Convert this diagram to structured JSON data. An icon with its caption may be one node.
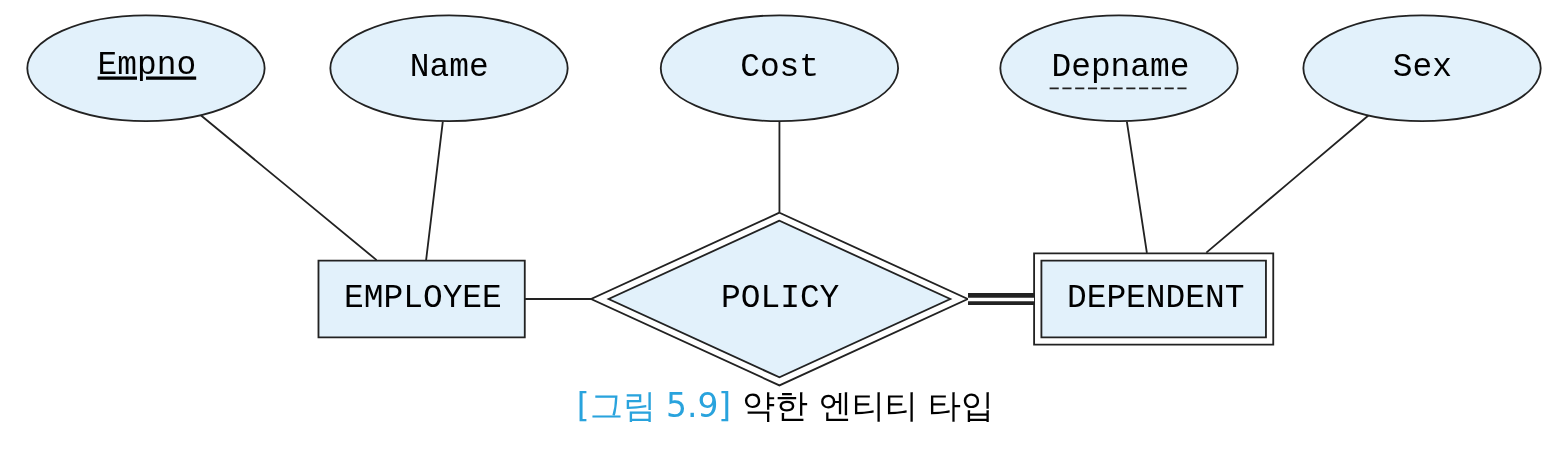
{
  "diagram": {
    "caption": "[그림 5.9] 약한 엔티티 타입",
    "nodes": [
      {
        "text": [
          "Empno"
        ]
      },
      {
        "text": [
          "Name"
        ]
      },
      {
        "text": [
          "EMPLOYEE"
        ]
      },
      {
        "text": [
          "Cost"
        ]
      },
      {
        "text": [
          "POLICY"
        ]
      },
      {
        "text": [
          "Depname"
        ]
      },
      {
        "text": [
          "Sex"
        ]
      },
      {
        "text": [
          "DEPENDENT"
        ]
      }
    ],
    "edges": [
      {
        "from": 0,
        "to": 2,
        "arrow": "none"
      },
      {
        "from": 1,
        "to": 2,
        "arrow": "none"
      },
      {
        "from": 2,
        "to": 4,
        "arrow": "none"
      },
      {
        "from": 3,
        "to": 4,
        "arrow": "none"
      },
      {
        "from": 4,
        "to": 7,
        "arrow": "none",
        "style": "thick"
      },
      {
        "from": 5,
        "to": 7,
        "arrow": "none"
      },
      {
        "from": 6,
        "to": 7,
        "arrow": "none"
      }
    ]
  }
}
